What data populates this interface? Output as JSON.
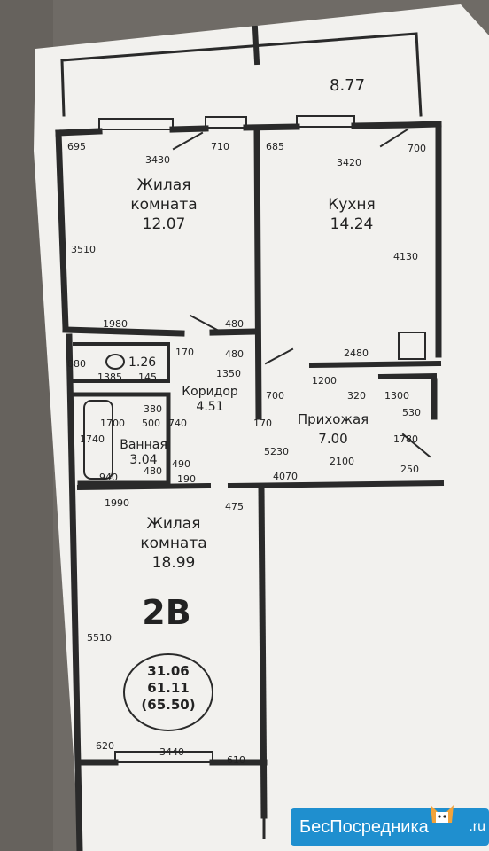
{
  "plan": {
    "balcony_area": "8.77",
    "apartment_type": "2B",
    "areas": {
      "living": "31.06",
      "total": "61.11",
      "total_with_balcony": "(65.50)"
    },
    "rooms": {
      "living_room_1": {
        "line1": "Жилая",
        "line2": "комната",
        "area": "12.07"
      },
      "kitchen": {
        "name": "Кухня",
        "area": "14.24"
      },
      "wc": {
        "area": "1.26"
      },
      "corridor": {
        "name": "Коридор",
        "area": "4.51"
      },
      "hallway": {
        "name": "Прихожая",
        "area": "7.00"
      },
      "bathroom": {
        "name": "Ванная",
        "area": "3.04"
      },
      "living_room_2": {
        "line1": "Жилая",
        "line2": "комната",
        "area": "18.99"
      }
    },
    "dimensions": {
      "d695": "695",
      "d3430": "3430",
      "d710": "710",
      "d685": "685",
      "d3420": "3420",
      "d700a": "700",
      "d3510": "3510",
      "d4130": "4130",
      "d1980": "1980",
      "d480a": "480",
      "d2480": "2480",
      "d880": "880",
      "d170a": "170",
      "d1385": "1385",
      "d145": "145",
      "d480b": "480",
      "d1350": "1350",
      "d1200": "1200",
      "d320": "320",
      "d1300": "1300",
      "d700b": "700",
      "d1700": "1700",
      "d380": "380",
      "d500": "500",
      "d740": "740",
      "d170b": "170",
      "d530": "530",
      "d1740": "1740",
      "d1780": "1780",
      "d5230": "5230",
      "d2100": "2100",
      "d490": "490",
      "d940": "940",
      "d480c": "480",
      "d190": "190",
      "d4070": "4070",
      "d250": "250",
      "d1990": "1990",
      "d475": "475",
      "d5510": "5510",
      "d620": "620",
      "d3440": "3440",
      "d610": "610"
    }
  },
  "watermark": {
    "text": "БесПосредника",
    "tld": ".ru"
  }
}
